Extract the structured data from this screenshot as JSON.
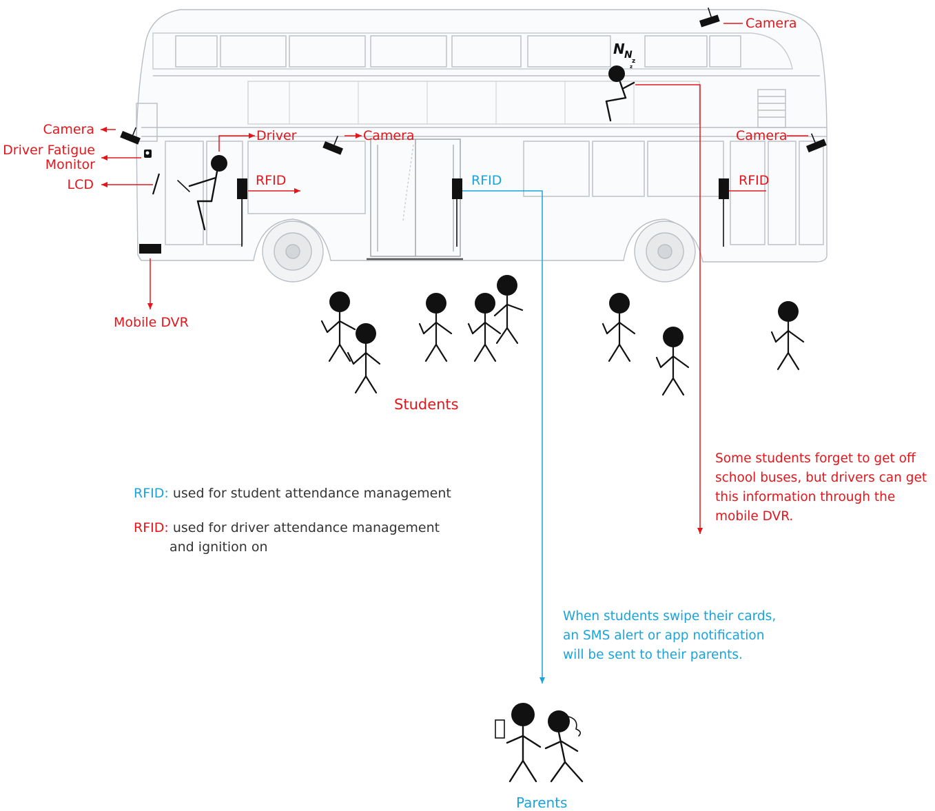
{
  "colors": {
    "accent_red": "#e4161b",
    "accent_blue": "#1aa3dc",
    "figure": "#111111",
    "bus_line": "#b9bec4"
  },
  "labels": {
    "camera_top": "Camera",
    "camera_front": "Camera",
    "camera_door": "Camera",
    "camera_rear": "Camera",
    "driver_fatigue_line1": "Driver Fatigue",
    "driver_fatigue_line2": "Monitor",
    "lcd": "LCD",
    "driver": "Driver",
    "rfid_driver": "RFID",
    "rfid_door": "RFID",
    "rfid_rear": "RFID",
    "mobile_dvr": "Mobile DVR",
    "students": "Students",
    "parents": "Parents",
    "sleep": "NNzzz"
  },
  "legend": {
    "student_rfid": {
      "key": "RFID:",
      "text": "used for student attendance management"
    },
    "driver_rfid": {
      "key": "RFID:",
      "text_line1": "used for driver attendance management",
      "text_line2": "and ignition on"
    }
  },
  "notes": {
    "forgotten_students": [
      "Some students forget to get off",
      "school buses, but drivers can get",
      "this information through the",
      "mobile DVR."
    ],
    "parent_alert": [
      "When students swipe their cards,",
      "an SMS alert or app notification",
      "will be sent to their parents."
    ]
  },
  "icons": [
    "cctv-camera-icon",
    "fatigue-monitor-icon",
    "lcd-screen-icon",
    "rfid-reader-icon",
    "mobile-dvr-icon",
    "stick-figure-icon",
    "phone-icon"
  ]
}
